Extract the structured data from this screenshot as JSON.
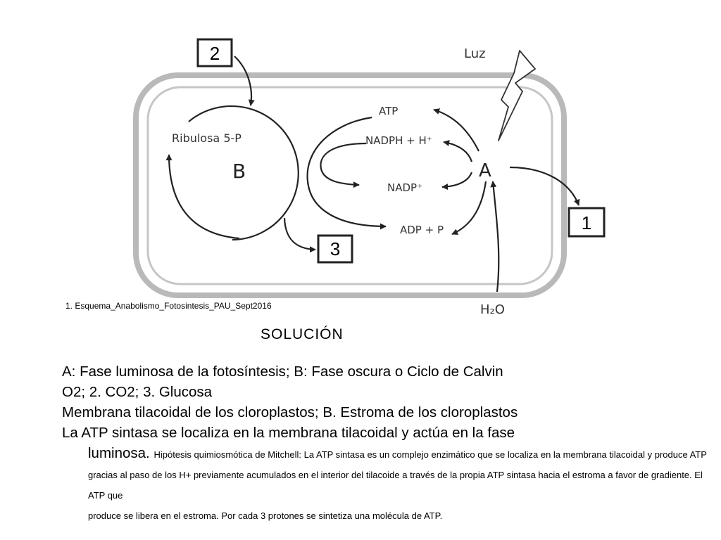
{
  "diagram": {
    "box_2": "2",
    "box_1": "1",
    "box_3": "3",
    "luz": "Luz",
    "ribulosa": "Ribulosa 5-P",
    "letter_b": "B",
    "letter_a": "A",
    "atp": "ATP",
    "nadph": "NADPH + H⁺",
    "nadp": "NADP⁺",
    "adp": "ADP + P",
    "h2o": "H₂O"
  },
  "caption": "1. Esquema_Anabolismo_Fotosintesis_PAU_Sept2016",
  "solution": {
    "title": "SOLUCIÓN",
    "line1": "A: Fase luminosa de la fotosíntesis; B: Fase oscura o Ciclo de Calvin",
    "line2": "O2; 2. CO2; 3. Glucosa",
    "line3": "Membrana tilacoidal de los cloroplastos; B. Estroma de los cloroplastos",
    "line4a": "La ATP sintasa se localiza en la membrana tilacoidal y actúa en la fase",
    "line4b": "luminosa.",
    "detail1": "Hipótesis quimiosmótica de Mitchell: La ATP sintasa es un complejo enzimático que se localiza en la membrana tilacoidal y produce ATP gracias al paso de los H+ previamente acumulados en el interior del tilacoide a través de la propia ATP sintasa hacia el estroma a favor de gradiente. El ATP que",
    "detail2": "produce se libera en el estroma. Por cada 3 protones se sintetiza una molécula de ATP."
  }
}
